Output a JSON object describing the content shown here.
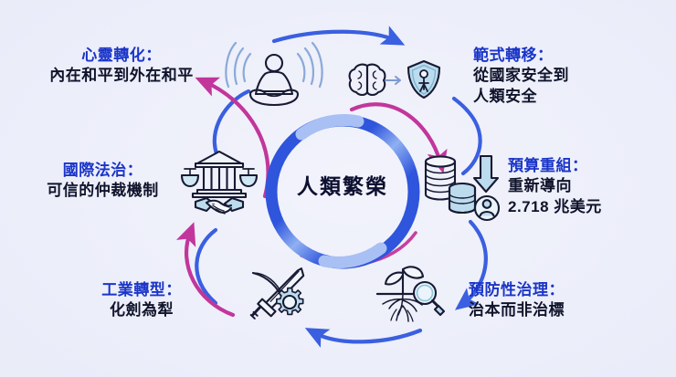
{
  "diagram": {
    "type": "circular-cycle",
    "center": {
      "label": "人類繁榮"
    },
    "background_color": "#eceefa",
    "accent_colors": {
      "heading_blue": "#1a35c8",
      "body_dark": "#10142b",
      "arrow_blue": "#3a5fe0",
      "arrow_magenta": "#c2369b",
      "ring_blue": "#2f55dd",
      "ring_light": "#a9c0f5",
      "icon_fill": "#bcdcee"
    },
    "nodes": [
      {
        "id": "mind-transformation",
        "title": "心靈轉化：",
        "subtitle": "內在和平到外在和平",
        "icon": "meditation-icon",
        "position": "top-left"
      },
      {
        "id": "paradigm-shift",
        "title": "範式轉移：",
        "subtitle_lines": [
          "從國家安全到",
          "人類安全"
        ],
        "icon": "brain-to-shield-icon",
        "position": "top-right"
      },
      {
        "id": "budget-reallocation",
        "title": "預算重組：",
        "subtitle_lines": [
          "重新導向",
          "2.718 兆美元"
        ],
        "icon": "coins-down-person-icon",
        "position": "right"
      },
      {
        "id": "preventive-governance",
        "title": "預防性治理：",
        "subtitle": "治本而非治標",
        "icon": "plant-roots-magnifier-icon",
        "position": "bottom-right"
      },
      {
        "id": "industrial-transformation",
        "title": "工業轉型：",
        "subtitle": "化劍為犁",
        "icon": "sword-gear-icon",
        "position": "bottom-left"
      },
      {
        "id": "international-rule-of-law",
        "title": "國際法治：",
        "subtitle": "可信的仲裁機制",
        "icon": "courthouse-scales-handshake-icon",
        "position": "left"
      }
    ]
  }
}
